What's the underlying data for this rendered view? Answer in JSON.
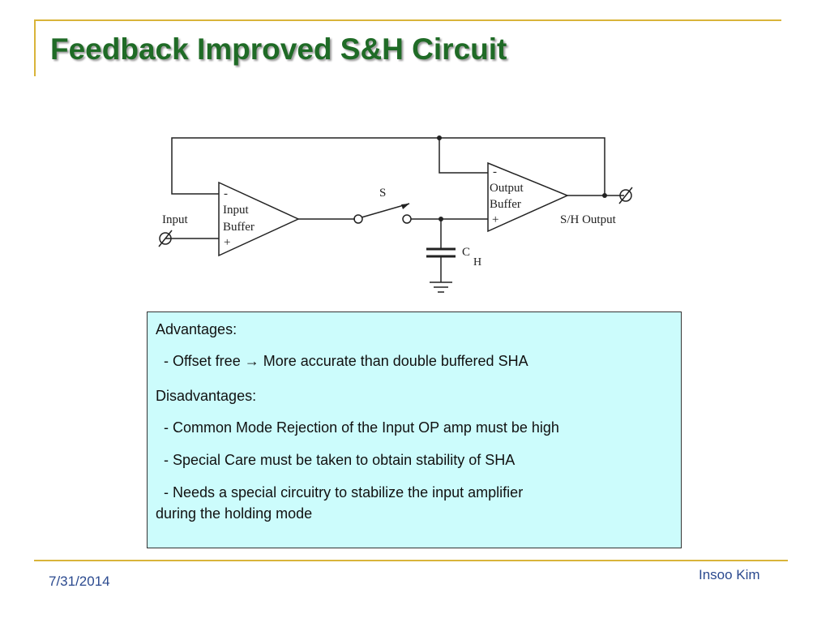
{
  "slide": {
    "title": "Feedback Improved S&H Circuit",
    "footer_date": "7/31/2014",
    "footer_author": "Insoo Kim"
  },
  "circuit": {
    "input_label": "Input",
    "input_buffer": {
      "minus": "-",
      "line1": "Input",
      "line2": "Buffer",
      "plus": "+"
    },
    "switch_label": "S",
    "output_buffer": {
      "minus": "-",
      "line1": "Output",
      "line2": "Buffer",
      "plus": "+"
    },
    "output_label": "S/H Output",
    "cap_label": "C",
    "cap_subscript": "H"
  },
  "notes": {
    "advantages_heading": "Advantages:",
    "advantages": [
      {
        "text": "- Offset free ",
        "arrow": "→",
        "text2": " More accurate than double buffered SHA"
      }
    ],
    "disadvantages_heading": "Disadvantages:",
    "disadvantages": [
      "- Common Mode Rejection of the Input OP amp must be high",
      "- Special Care must be taken to obtain stability of SHA",
      "- Needs a special circuitry to stabilize the input amplifier"
    ],
    "disadvantages_continuation": "during the holding mode"
  }
}
